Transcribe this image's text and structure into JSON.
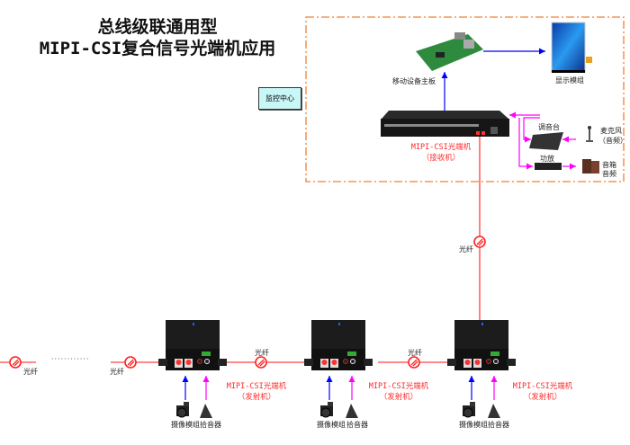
{
  "title": {
    "line1": "总线级联通用型",
    "line2": "MIPI-CSI复合信号光端机应用"
  },
  "monitoring_center": {
    "label": "监控中心",
    "mobile_board_label": "移动设备主板",
    "display_label": "显示模组",
    "receiver_label": "MIPI-CSI光端机",
    "receiver_sub": "（接收机）",
    "mixer_label": "调音台",
    "mic_label": "麦克风",
    "mic_sub": "（音频）",
    "amp_label": "功放",
    "speaker_label": "音箱",
    "speaker_sub": "音频"
  },
  "fiber_label": "光纤",
  "ellipsis": "············",
  "transmitters": [
    {
      "label": "MIPI-CSI光端机",
      "sub": "（发射机）",
      "camera_label": "摄像模组",
      "pickup_label": "拾音器"
    },
    {
      "label": "MIPI-CSI光端机",
      "sub": "（发射机）",
      "camera_label": "摄像模组",
      "pickup_label": "拾音器"
    },
    {
      "label": "MIPI-CSI光端机",
      "sub": "（发射机）",
      "camera_label": "摄像模组",
      "pickup_label": "拾音器"
    }
  ],
  "colors": {
    "fiber": "#ff4040",
    "video": "#0000ff",
    "audio": "#ff00ff",
    "boundary": "#f08030"
  }
}
